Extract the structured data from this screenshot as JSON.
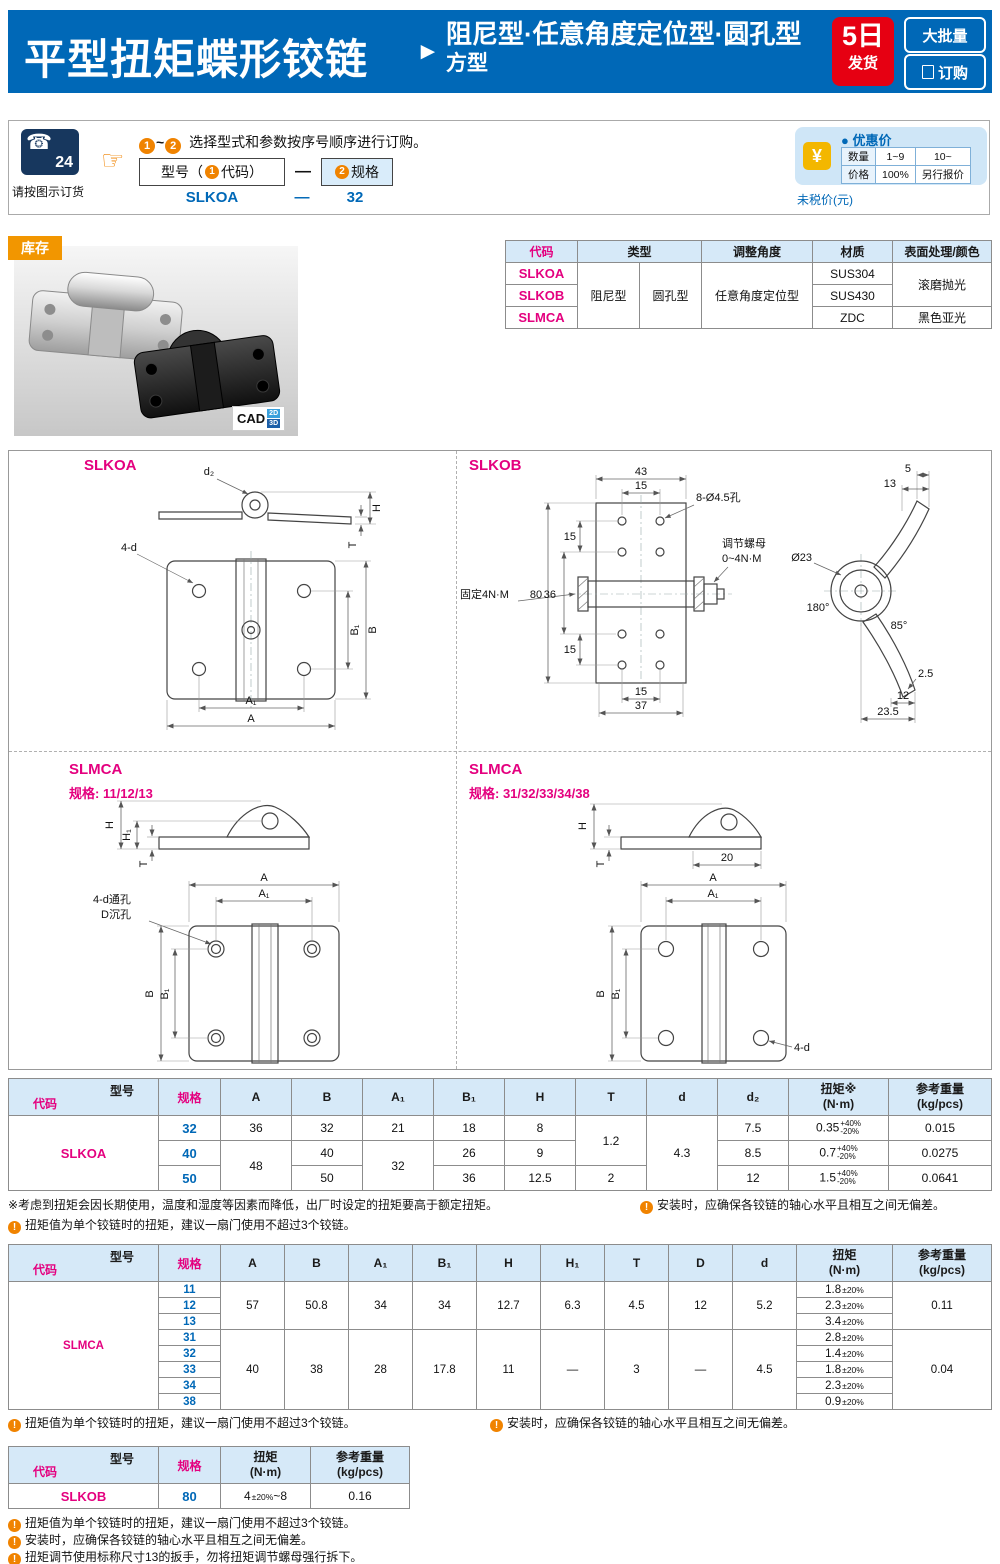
{
  "header": {
    "title": "平型扭矩蝶形铰链",
    "arrow": "►",
    "subtitle1": "阻尼型·任意角度定位型·圆孔型",
    "subtitle2": "方型",
    "badge_day": "5日",
    "badge_ship": "发货",
    "badge_bulk": "大批量",
    "badge_order": "订购"
  },
  "ordering": {
    "phone_glyph": "☎",
    "phone_num": "24",
    "phone_caption": "请按图示订货",
    "hand": "☞",
    "num1": "1",
    "num2": "2",
    "tilde": "~",
    "instruction": "选择型式和参数按序号顺序进行订购。",
    "model_pre": "型号（",
    "model_post": "代码）",
    "dash": "—",
    "spec_label": "规格",
    "example_code": "SLKOA",
    "example_spec": "32"
  },
  "price": {
    "yen": "¥",
    "title": "● 优惠价",
    "qty_label": "数量",
    "qty1": "1~9",
    "qty2": "10~",
    "price_label": "价格",
    "price1": "100%",
    "price2": "另行报价",
    "tax_note": "未税价(元)"
  },
  "stock": {
    "label": "库存",
    "cad": "CAD",
    "cad2d": "2D",
    "cad3d": "3D"
  },
  "spec_table": {
    "h_code": "代码",
    "h_type": "类型",
    "h_angle": "调整角度",
    "h_material": "材质",
    "h_finish": "表面处理/颜色",
    "code1": "SLKOA",
    "code2": "SLKOB",
    "code3": "SLMCA",
    "type1": "阻尼型",
    "type2": "圆孔型",
    "angle": "任意角度定位型",
    "mat1": "SUS304",
    "mat2": "SUS430",
    "mat3": "ZDC",
    "finish1": "滚磨抛光",
    "finish2": "黑色亚光"
  },
  "drawings": {
    "q1": {
      "title": "SLKOA",
      "d2": "d₂",
      "H": "H",
      "T": "T",
      "hole": "4-d",
      "A1": "A₁",
      "A": "A",
      "B1": "B₁",
      "B": "B"
    },
    "q2": {
      "title": "SLKOB",
      "dim43": "43",
      "dim15t": "15",
      "holes": "8-Ø4.5孔",
      "nut1": "调节螺母",
      "nut2": "0~4N·M",
      "fixed": "固定4N·M",
      "dim80": "80",
      "dim36": "36",
      "dim15l1": "15",
      "dim15l2": "15",
      "dim15b": "15",
      "dim37": "37",
      "dim5": "5",
      "dim13": "13",
      "dia23": "Ø23",
      "a180": "180°",
      "a85": "85°",
      "dim25": "2.5",
      "dim12": "12",
      "dim235": "23.5"
    },
    "q3": {
      "title": "SLMCA",
      "spec": "规格: 11/12/13",
      "H": "H",
      "H1": "H₁",
      "T": "T",
      "hole1": "4-d通孔",
      "hole2": "D沉孔",
      "A": "A",
      "A1": "A₁",
      "B": "B",
      "B1": "B₁"
    },
    "q4": {
      "title": "SLMCA",
      "spec": "规格: 31/32/33/34/38",
      "H": "H",
      "T": "T",
      "dim20": "20",
      "A": "A",
      "A1": "A₁",
      "B": "B",
      "B1": "B₁",
      "hole": "4-d"
    }
  },
  "table1": {
    "h_model": "型号",
    "h_code": "代码",
    "h_spec": "规格",
    "cols": [
      "A",
      "B",
      "A₁",
      "B₁",
      "H",
      "T",
      "d",
      "d₂"
    ],
    "h_tq1": "扭矩※",
    "h_tq2": "(N·m)",
    "h_wt1": "参考重量",
    "h_wt2": "(kg/pcs)",
    "code": "SLKOA",
    "tol_sup": "+40%",
    "tol_sub": "-20%",
    "T12": "1.2",
    "d": "4.3",
    "r32": {
      "spec": "32",
      "A": "36",
      "B": "32",
      "A1": "21",
      "B1": "18",
      "H": "8",
      "d2": "7.5",
      "tq": "0.35",
      "wt": "0.015"
    },
    "r40": {
      "spec": "40",
      "A": "48",
      "B": "40",
      "A1": "32",
      "B1": "26",
      "H": "9",
      "d2": "8.5",
      "tq": "0.7",
      "wt": "0.0275"
    },
    "r50": {
      "spec": "50",
      "B": "50",
      "B1": "36",
      "H": "12.5",
      "T": "2",
      "d2": "12",
      "tq": "1.5",
      "wt": "0.0641"
    }
  },
  "table2": {
    "h_model": "型号",
    "h_code": "代码",
    "h_spec": "规格",
    "cols": [
      "A",
      "B",
      "A₁",
      "B₁",
      "H",
      "H₁",
      "T",
      "D",
      "d"
    ],
    "h_tq1": "扭矩",
    "h_tq2": "(N·m)",
    "h_wt1": "参考重量",
    "h_wt2": "(kg/pcs)",
    "code": "SLMCA",
    "tol": "±20%",
    "g1": {
      "A": "57",
      "B": "50.8",
      "A1": "34",
      "B1": "34",
      "H": "12.7",
      "H1": "6.3",
      "T": "4.5",
      "D": "12",
      "d": "5.2",
      "wt": "0.11",
      "rows": [
        {
          "spec": "11",
          "tq": "1.8"
        },
        {
          "spec": "12",
          "tq": "2.3"
        },
        {
          "spec": "13",
          "tq": "3.4"
        }
      ]
    },
    "g2": {
      "A": "40",
      "B": "38",
      "A1": "28",
      "B1": "17.8",
      "H": "11",
      "H1": "—",
      "T": "3",
      "D": "—",
      "d": "4.5",
      "wt": "0.04",
      "rows": [
        {
          "spec": "31",
          "tq": "2.8"
        },
        {
          "spec": "32",
          "tq": "1.4"
        },
        {
          "spec": "33",
          "tq": "1.8"
        },
        {
          "spec": "34",
          "tq": "2.3"
        },
        {
          "spec": "38",
          "tq": "0.9"
        }
      ]
    }
  },
  "table3": {
    "h_model": "型号",
    "h_code": "代码",
    "h_spec": "规格",
    "h_tq1": "扭矩",
    "h_tq2": "(N·m)",
    "h_wt1": "参考重量",
    "h_wt2": "(kg/pcs)",
    "code": "SLKOB",
    "spec": "80",
    "tq_base": "4",
    "tq_tol": "±20%",
    "tq_suffix": "~8",
    "wt": "0.16"
  },
  "notes": {
    "bang": "!",
    "star": "※考虑到扭矩会因长期使用，温度和湿度等因素而降低，出厂时设定的扭矩要高于额定扭矩。",
    "install": "安装时，应确保各铰链的轴心水平且相互之间无偏差。",
    "three": "扭矩值为单个铰链时的扭矩，建议一扇门使用不超过3个铰链。",
    "wrench": "扭矩调节使用标称尺寸13的扳手，勿将扭矩调节螺母强行拆下。"
  }
}
